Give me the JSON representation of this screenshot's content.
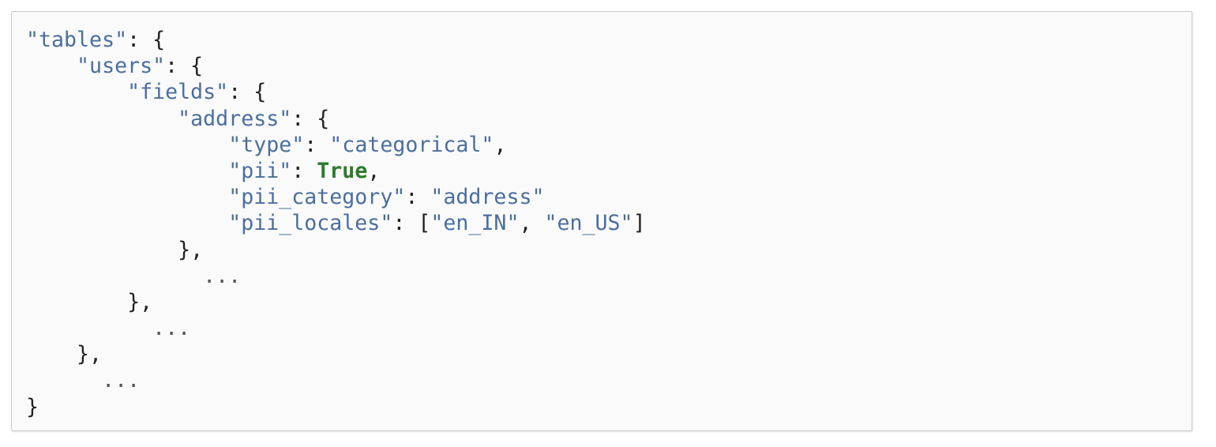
{
  "code_block": {
    "language": "python",
    "colors": {
      "background": "#fafafa",
      "border": "#c9ccd0",
      "string": "#4a6f9e",
      "punctuation": "#222222",
      "keyword": "#2c7a2c",
      "ellipsis": "#555555"
    },
    "lines": [
      {
        "indent": "",
        "tokens": [
          {
            "t": "str",
            "v": "\"tables\""
          },
          {
            "t": "punc",
            "v": ": {"
          }
        ]
      },
      {
        "indent": "    ",
        "tokens": [
          {
            "t": "str",
            "v": "\"users\""
          },
          {
            "t": "punc",
            "v": ": {"
          }
        ]
      },
      {
        "indent": "        ",
        "tokens": [
          {
            "t": "str",
            "v": "\"fields\""
          },
          {
            "t": "punc",
            "v": ": {"
          }
        ]
      },
      {
        "indent": "            ",
        "tokens": [
          {
            "t": "str",
            "v": "\"address\""
          },
          {
            "t": "punc",
            "v": ": {"
          }
        ]
      },
      {
        "indent": "                ",
        "tokens": [
          {
            "t": "str",
            "v": "\"type\""
          },
          {
            "t": "punc",
            "v": ": "
          },
          {
            "t": "str",
            "v": "\"categorical\""
          },
          {
            "t": "punc",
            "v": ","
          }
        ]
      },
      {
        "indent": "                ",
        "tokens": [
          {
            "t": "str",
            "v": "\"pii\""
          },
          {
            "t": "punc",
            "v": ": "
          },
          {
            "t": "kw",
            "v": "True"
          },
          {
            "t": "punc",
            "v": ","
          }
        ]
      },
      {
        "indent": "                ",
        "tokens": [
          {
            "t": "str",
            "v": "\"pii_category\""
          },
          {
            "t": "punc",
            "v": ": "
          },
          {
            "t": "str",
            "v": "\"address\""
          }
        ]
      },
      {
        "indent": "                ",
        "tokens": [
          {
            "t": "str",
            "v": "\"pii_locales\""
          },
          {
            "t": "punc",
            "v": ": ["
          },
          {
            "t": "str",
            "v": "\"en_IN\""
          },
          {
            "t": "punc",
            "v": ", "
          },
          {
            "t": "str",
            "v": "\"en_US\""
          },
          {
            "t": "punc",
            "v": "]"
          }
        ]
      },
      {
        "indent": "            ",
        "tokens": [
          {
            "t": "punc",
            "v": "},"
          }
        ]
      },
      {
        "indent": "              ",
        "tokens": [
          {
            "t": "ell",
            "v": "..."
          }
        ]
      },
      {
        "indent": "        ",
        "tokens": [
          {
            "t": "punc",
            "v": "},"
          }
        ]
      },
      {
        "indent": "          ",
        "tokens": [
          {
            "t": "ell",
            "v": "..."
          }
        ]
      },
      {
        "indent": "    ",
        "tokens": [
          {
            "t": "punc",
            "v": "},"
          }
        ]
      },
      {
        "indent": "      ",
        "tokens": [
          {
            "t": "ell",
            "v": "..."
          }
        ]
      },
      {
        "indent": "",
        "tokens": [
          {
            "t": "punc",
            "v": "}"
          }
        ]
      }
    ]
  }
}
